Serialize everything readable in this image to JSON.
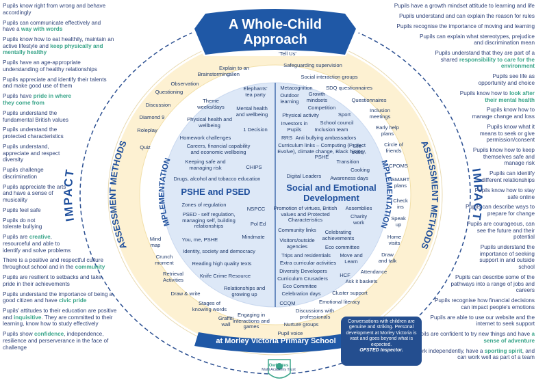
{
  "title": {
    "line1": "A Whole-Child",
    "line2": "Approach"
  },
  "school_name": "at Morley Victoria Primary School",
  "logo": {
    "line1": "Owlcotes",
    "line2": "Multi Academy Trust"
  },
  "ring_labels": {
    "impact_left": "IMPACT",
    "impact_right": "IMPACT",
    "assessment_left": "ASSESSMENT METHODS",
    "assessment_right": "ASSESSMENT METHODS",
    "implementation_left": "IMPLEMENTATION",
    "implementation_right": "IMPLEMENTATION"
  },
  "center_left_title": {
    "line1": "PSHE and PSED"
  },
  "center_right_title": {
    "line1": "Social and Emotional",
    "line2": "Development"
  },
  "quote": {
    "text": "Conversations with children are genuine and striking. Personal development at Morley Victoria is vast and goes beyond what is expected.",
    "source": "OFSTED Inspector."
  },
  "left_impact": [
    {
      "pre": "Pupils know right from wrong and behave accordingly",
      "hl": "",
      "post": ""
    },
    {
      "pre": "Pupils can communicate effectively and have a ",
      "hl": "way with words",
      "post": ""
    },
    {
      "pre": "Pupils know how to eat healthily, maintain an active lifestyle and ",
      "hl": "keep physically and mentally healthy",
      "post": ""
    },
    {
      "pre": "Pupils have an age-appropriate understanding of healthy relationships",
      "hl": "",
      "post": ""
    },
    {
      "pre": "Pupils appreciate and identify their talents and make good use of them",
      "hl": "",
      "post": ""
    },
    {
      "pre": "Pupils have ",
      "hl": "pride in where they come from",
      "post": ""
    },
    {
      "pre": "Pupils understand the fundamental British values",
      "hl": "",
      "post": ""
    },
    {
      "pre": "Pupils understand the protected characteristics",
      "hl": "",
      "post": ""
    },
    {
      "pre": "Pupils understand, appreciate and respect diversity",
      "hl": "",
      "post": ""
    },
    {
      "pre": "Pupils challenge discrimination",
      "hl": "",
      "post": ""
    },
    {
      "pre": "Pupils appreciate the arts and have a sense of musicality",
      "hl": "",
      "post": ""
    },
    {
      "pre": "Pupils feel safe",
      "hl": "",
      "post": ""
    },
    {
      "pre": "Pupils do not tolerate bullying",
      "hl": "",
      "post": ""
    },
    {
      "pre": "Pupils are ",
      "hl": "creative",
      "post": ", resourceful and able to identify and solve problems"
    },
    {
      "pre": "There is a positive and respectful culture throughout school and in the ",
      "hl": "community",
      "post": ""
    },
    {
      "pre": "Pupils are resilient to setbacks and take pride in their achievements",
      "hl": "",
      "post": ""
    },
    {
      "pre": "Pupils understand the importance of being a good citizen and have ",
      "hl": "civic pride",
      "post": ""
    },
    {
      "pre": "Pupils' attitudes to their education are positive and ",
      "hl": "inquisitive",
      "post": ". They are committed to their learning, know how to study effectively"
    },
    {
      "pre": "Pupils show ",
      "hl": "confidence",
      "post": ", independence, resilience and perserverance in the face of challenge"
    }
  ],
  "right_impact": [
    {
      "pre": "Pupils have a growth mindset attitude to learning and life",
      "hl": "",
      "post": ""
    },
    {
      "pre": "Pupils understand and can explain the reason for rules",
      "hl": "",
      "post": ""
    },
    {
      "pre": "Pupils recognise the importance of moving and learning",
      "hl": "",
      "post": ""
    },
    {
      "pre": "Pupils can explain what stereotypes, prejudice and discrimination mean",
      "hl": "",
      "post": ""
    },
    {
      "pre": "Pupils understand that they are part of a shared ",
      "hl": "responsibility to care for the environment",
      "post": ""
    },
    {
      "pre": "Pupils see life as opportunity and choice",
      "hl": "",
      "post": ""
    },
    {
      "pre": "Pupils know how to ",
      "hl": "look after their mental health",
      "post": ""
    },
    {
      "pre": "Pupils know how to manage change and loss",
      "hl": "",
      "post": ""
    },
    {
      "pre": "Pupils know what it means to seek or give permission/consent",
      "hl": "",
      "post": ""
    },
    {
      "pre": "Pupils know how to keep themselves safe and manage risk",
      "hl": "",
      "post": ""
    },
    {
      "pre": "Pupils can identify different relationships",
      "hl": "",
      "post": ""
    },
    {
      "pre": "Pupils know how to stay safe online",
      "hl": "",
      "post": ""
    },
    {
      "pre": "Pupils can describe ways to prepare for change",
      "hl": "",
      "post": ""
    },
    {
      "pre": "Pupils are courageous, can see the future and their potential",
      "hl": "",
      "post": ""
    },
    {
      "pre": "Pupils understand the importance of seeking support in and outside school",
      "hl": "",
      "post": ""
    },
    {
      "pre": "Pupils can describe some of the pathways into a range of jobs and careers",
      "hl": "",
      "post": ""
    },
    {
      "pre": "Pupils recognise how financial decisions can impact people's emotions",
      "hl": "",
      "post": ""
    },
    {
      "pre": "Pupils are able to use our website and the internet to seek support",
      "hl": "",
      "post": ""
    },
    {
      "pre": "Pupils are confident to try new things and have ",
      "hl": "a sense of adventure",
      "post": ""
    },
    {
      "pre": "Pupils work independently, have a ",
      "hl": "sporting spirit",
      "post": ", and can work well as part of a team"
    }
  ],
  "assessment_left": [
    "Explain to an alien",
    "Brainstorming",
    "Observation",
    "Questioning",
    "Discussion",
    "Diamond 9",
    "Roleplay",
    "Quiz",
    "Mind map",
    "Crunch moment",
    "Retrieval Activities",
    "Draw & write",
    "Stages of knowing words",
    "Graffiti wall",
    "Engaging in interactions and games"
  ],
  "assessment_right": [
    "'Tell Us'",
    "Safeguarding supervision",
    "Social interaction groups",
    "SDQ questionnaires",
    "Questionnaires",
    "Inclusion meetings",
    "Early help plans",
    "Circle of friends",
    "CPOMS",
    "SMART plans",
    "Check ins",
    "Speak up",
    "Home visits",
    "Draw and talk",
    "Attendance",
    "Ask it baskets",
    "Cluster support",
    "Emotional literacy",
    "Discussions with professionals",
    "Nurture groups",
    "Pupil voice"
  ],
  "pshe_items": [
    "Elephants' tea party",
    "Theme weeks/days",
    "Mental health and wellbeing",
    "Physical health and wellbeing",
    "1 Decision",
    "Homework challenges",
    "Careers, financial capability and economic wellbeing",
    "Keeping safe and managing risk",
    "CHIPS",
    "Drugs, alcohol and tobacco education",
    "Zones of regulation",
    "NSPCC",
    "PSED - self regulation, managing self, building relationships",
    "Pol Ed",
    "You, me, PSHE",
    "Mindmate",
    "Identity, society and democracy",
    "Reading high quality texts",
    "Knife Crime Resource",
    "Relationships and growing up"
  ],
  "sed_items": [
    "Metacognition",
    "Outdoor learning",
    "Growth mindsets",
    "Competition",
    "Physical activity",
    "Sport",
    "Investors in Pupils",
    "School council",
    "Inclusion team",
    "RRS",
    "Anti bullying ambassadors",
    "Curriculum links – Computing (Protect Evolve), climate change, Black history, PSHE",
    "Life skills",
    "Transition",
    "Cooking",
    "Digital Leaders",
    "Awareness days",
    "Promotion of virtues, British values and Protected Characteristics",
    "Assemblies",
    "Community links",
    "Charity work",
    "Visitors/outside agencies",
    "Celebrating achievements",
    "Eco committee",
    "Trips and residentials",
    "Move and Learn",
    "Extra curricular activities",
    "Diversity Developers",
    "HCF",
    "Curriculum Crusaders",
    "Eco Commitee",
    "Celebration days",
    "CCQM"
  ]
}
